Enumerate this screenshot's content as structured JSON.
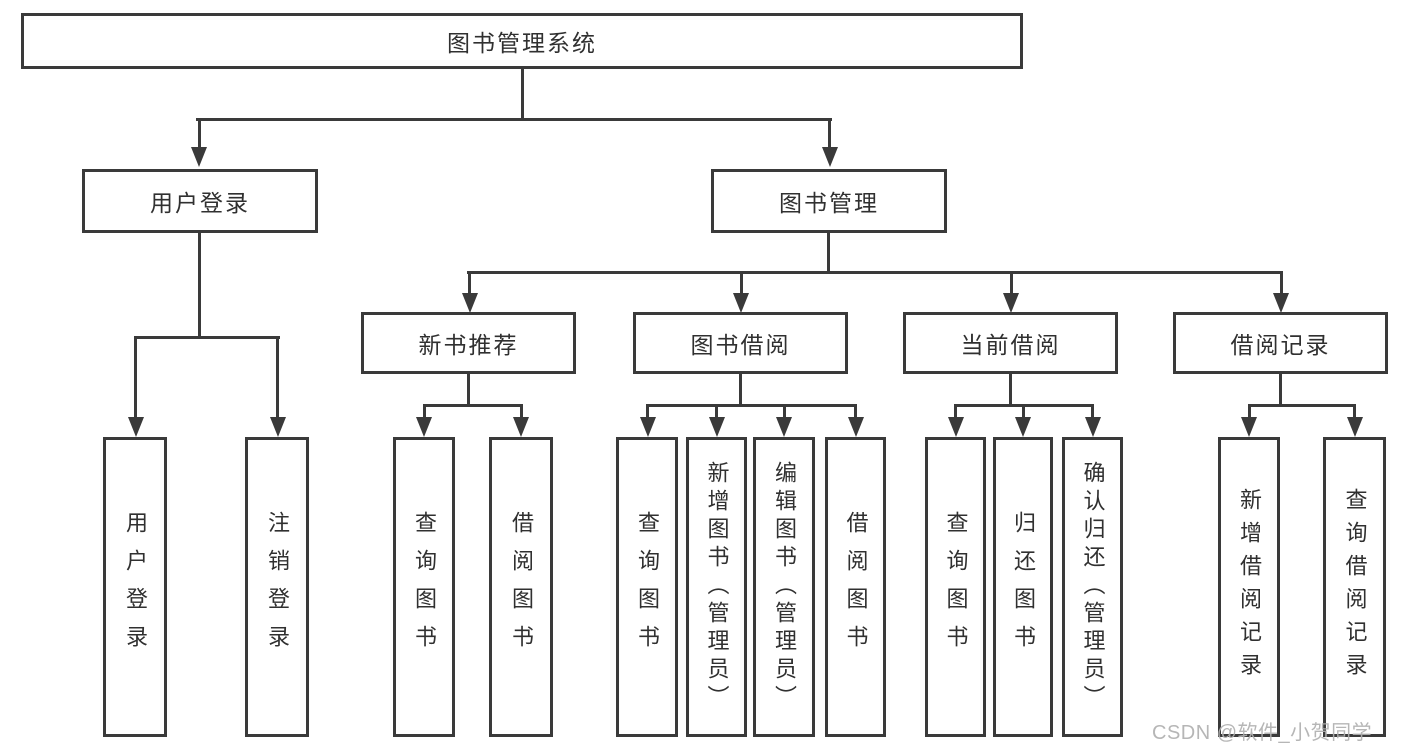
{
  "colors": {
    "line": "#3a3a3a",
    "box_border": "#3a3a3a",
    "box_fill": "#ffffff",
    "text": "#303030",
    "watermark": "#b0b0b0",
    "background": "#ffffff"
  },
  "watermark": {
    "text": "CSDN @软件_小贺同学"
  },
  "tree": {
    "root": {
      "label": "图书管理系统",
      "children": [
        {
          "label": "用户登录",
          "children": [
            {
              "label": "用户登录"
            },
            {
              "label": "注销登录"
            }
          ]
        },
        {
          "label": "图书管理",
          "children": [
            {
              "label": "新书推荐",
              "children": [
                {
                  "label": "查询图书"
                },
                {
                  "label": "借阅图书"
                }
              ]
            },
            {
              "label": "图书借阅",
              "children": [
                {
                  "label": "查询图书"
                },
                {
                  "label": "新增图书（管理员）"
                },
                {
                  "label": "编辑图书（管理员）"
                },
                {
                  "label": "借阅图书"
                }
              ]
            },
            {
              "label": "当前借阅",
              "children": [
                {
                  "label": "查询图书"
                },
                {
                  "label": "归还图书"
                },
                {
                  "label": "确认归还（管理员）"
                }
              ]
            },
            {
              "label": "借阅记录",
              "children": [
                {
                  "label": "新增借阅记录"
                },
                {
                  "label": "查询借阅记录"
                }
              ]
            }
          ]
        }
      ]
    }
  }
}
